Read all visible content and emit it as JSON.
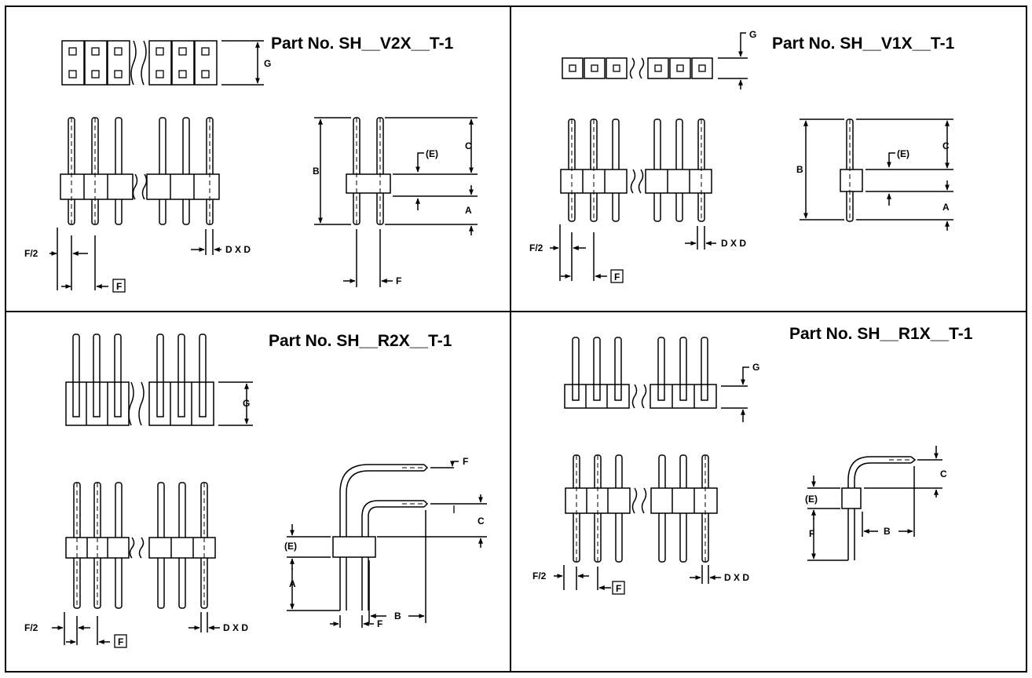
{
  "sheet": {
    "panels": [
      {
        "title": "Part No. SH__V2X__T-1"
      },
      {
        "title": "Part No. SH__V1X__T-1"
      },
      {
        "title": "Part No. SH__R2X__T-1"
      },
      {
        "title": "Part No. SH__R1X__T-1"
      }
    ],
    "dim": {
      "a": "A",
      "b": "B",
      "c": "C",
      "e": "(E)",
      "f": "F",
      "f_half": "F/2",
      "g": "G",
      "dxd": "D X D"
    }
  }
}
